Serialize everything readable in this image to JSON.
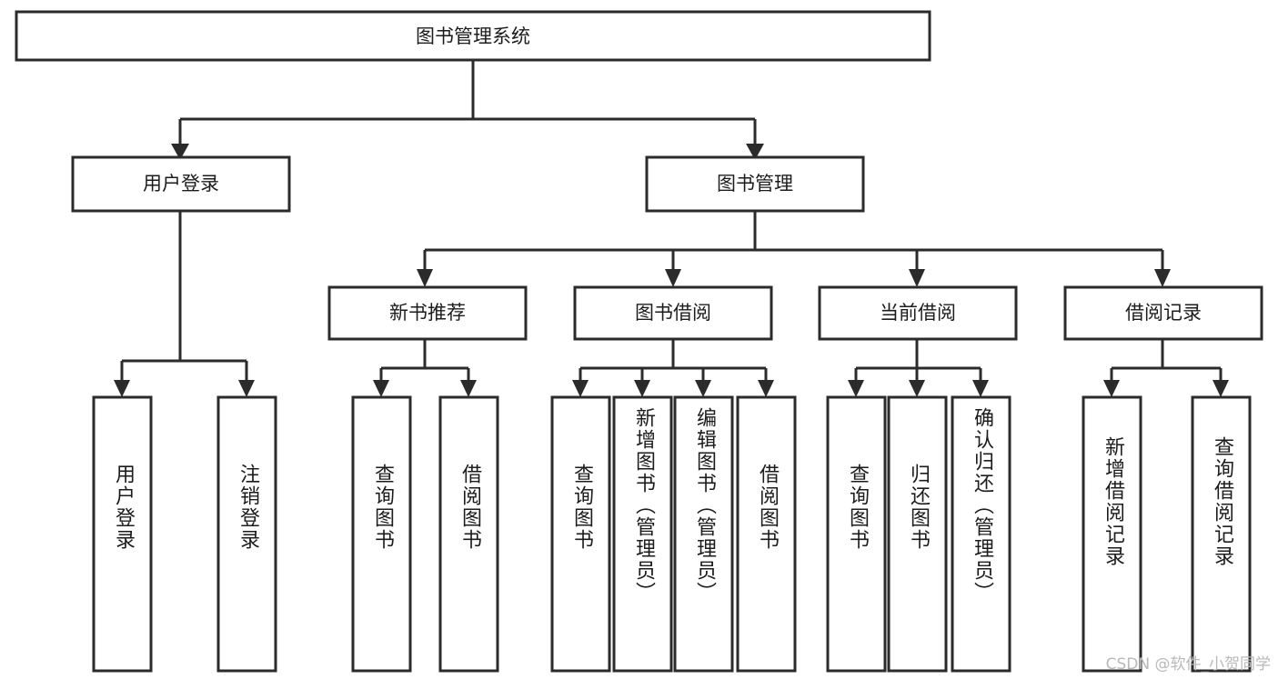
{
  "diagram": {
    "type": "tree-hierarchy-chart",
    "title": "图书管理系统",
    "background_color": "#ffffff",
    "line_color": "#2b2b2b",
    "text_color": "#1c1c1c",
    "levels": 4,
    "nodes": {
      "root": {
        "label": "图书管理系统",
        "orientation": "horizontal"
      },
      "l2": [
        {
          "id": "user-login",
          "label": "用户登录",
          "orientation": "horizontal"
        },
        {
          "id": "book-management",
          "label": "图书管理",
          "orientation": "horizontal"
        }
      ],
      "l3": [
        {
          "id": "new-book-recommend",
          "label": "新书推荐",
          "orientation": "horizontal",
          "parent": "book-management"
        },
        {
          "id": "book-borrow",
          "label": "图书借阅",
          "orientation": "horizontal",
          "parent": "book-management"
        },
        {
          "id": "current-borrow",
          "label": "当前借阅",
          "orientation": "horizontal",
          "parent": "book-management"
        },
        {
          "id": "borrow-record",
          "label": "借阅记录",
          "orientation": "horizontal",
          "parent": "book-management"
        }
      ],
      "leaves": [
        {
          "id": "leaf-user-login",
          "label": "用户登录",
          "orientation": "vertical",
          "parent": "user-login"
        },
        {
          "id": "leaf-logout",
          "label": "注销登录",
          "orientation": "vertical",
          "parent": "user-login"
        },
        {
          "id": "leaf-query-book-1",
          "label": "查询图书",
          "orientation": "vertical",
          "parent": "new-book-recommend"
        },
        {
          "id": "leaf-borrow-book-1",
          "label": "借阅图书",
          "orientation": "vertical",
          "parent": "new-book-recommend"
        },
        {
          "id": "leaf-query-book-2",
          "label": "查询图书",
          "orientation": "vertical",
          "parent": "book-borrow"
        },
        {
          "id": "leaf-add-book",
          "label": "新增图书（管理员）",
          "orientation": "vertical",
          "parent": "book-borrow"
        },
        {
          "id": "leaf-edit-book",
          "label": "编辑图书（管理员）",
          "orientation": "vertical",
          "parent": "book-borrow"
        },
        {
          "id": "leaf-borrow-book-2",
          "label": "借阅图书",
          "orientation": "vertical",
          "parent": "book-borrow"
        },
        {
          "id": "leaf-query-book-3",
          "label": "查询图书",
          "orientation": "vertical",
          "parent": "current-borrow"
        },
        {
          "id": "leaf-return-book",
          "label": "归还图书",
          "orientation": "vertical",
          "parent": "current-borrow"
        },
        {
          "id": "leaf-confirm-return",
          "label": "确认归还（管理员）",
          "orientation": "vertical",
          "parent": "current-borrow"
        },
        {
          "id": "leaf-add-record",
          "label": "新增借阅记录",
          "orientation": "vertical",
          "parent": "borrow-record"
        },
        {
          "id": "leaf-query-record",
          "label": "查询借阅记录",
          "orientation": "vertical",
          "parent": "borrow-record"
        }
      ]
    }
  },
  "watermark": {
    "text": "CSDN @软件_小贺同学"
  }
}
